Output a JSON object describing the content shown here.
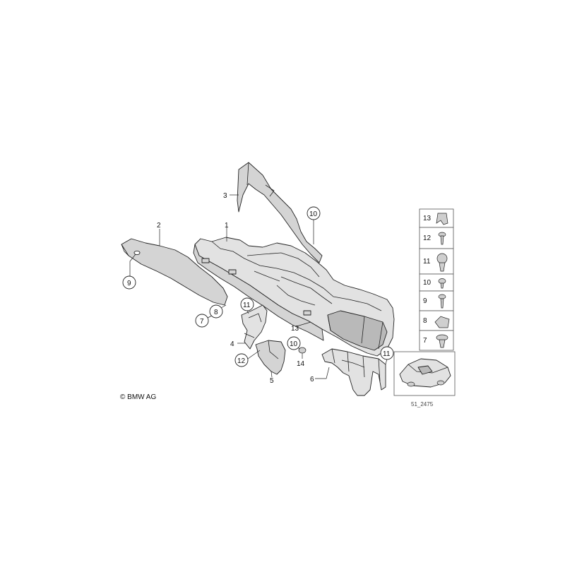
{
  "diagram": {
    "callouts": [
      {
        "id": "c1",
        "text": "1"
      },
      {
        "id": "c2",
        "text": "2"
      },
      {
        "id": "c3",
        "text": "3"
      },
      {
        "id": "c4",
        "text": "4"
      },
      {
        "id": "c5",
        "text": "5"
      },
      {
        "id": "c6",
        "text": "6"
      },
      {
        "id": "c7",
        "text": "7"
      },
      {
        "id": "c8",
        "text": "8"
      },
      {
        "id": "c9",
        "text": "9"
      },
      {
        "id": "c10a",
        "text": "10"
      },
      {
        "id": "c10b",
        "text": "10"
      },
      {
        "id": "c11a",
        "text": "11"
      },
      {
        "id": "c11b",
        "text": "11"
      },
      {
        "id": "c12",
        "text": "12"
      },
      {
        "id": "c13",
        "text": "13"
      },
      {
        "id": "c14",
        "text": "14"
      }
    ],
    "hardware_panel": {
      "items": [
        "13",
        "12",
        "11",
        "10",
        "9",
        "8",
        "7"
      ]
    },
    "reference_number": "51_2475",
    "copyright": "© BMW AG"
  }
}
